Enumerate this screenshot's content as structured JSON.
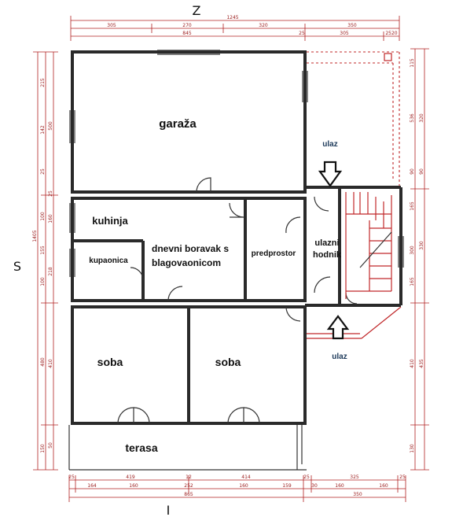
{
  "compass": {
    "top": "Z",
    "left": "S",
    "bottom": "I"
  },
  "rooms": {
    "garage": "garaža",
    "kitchen": "kuhinja",
    "bathroom": "kupaonica",
    "living_line1": "dnevni boravak s",
    "living_line2": "blagovaonicom",
    "hallway_front": "predprostor",
    "hall_line1": "ulazni",
    "hall_line2": "hodnik",
    "room_left": "soba",
    "room_right": "soba",
    "terrace": "terasa"
  },
  "entries": {
    "upper": "ulaz",
    "lower": "ulaz"
  },
  "dimensions": {
    "top_total": "1245",
    "top_row": [
      "305",
      "270",
      "320",
      "350"
    ],
    "top_sub": [
      "845",
      "25",
      "305",
      "2520"
    ],
    "bottom_row1": [
      "25",
      "419",
      "12",
      "414",
      "25",
      "325",
      "25"
    ],
    "bottom_row2": [
      "164",
      "160",
      "252",
      "160",
      "159",
      "30",
      "160",
      "160"
    ],
    "bottom_total": [
      "865",
      "350"
    ],
    "left_total": "1405",
    "left_outer": [
      "215",
      "142",
      "25",
      "100",
      "155",
      "100",
      "480",
      "150"
    ],
    "left_inner": [
      "500",
      "25",
      "160",
      "218",
      "410",
      "50"
    ],
    "right_outer": [
      "115",
      "536",
      "90",
      "165",
      "300",
      "165",
      "410",
      "130"
    ],
    "right_inner": [
      "320",
      "90",
      "330",
      "435"
    ]
  }
}
